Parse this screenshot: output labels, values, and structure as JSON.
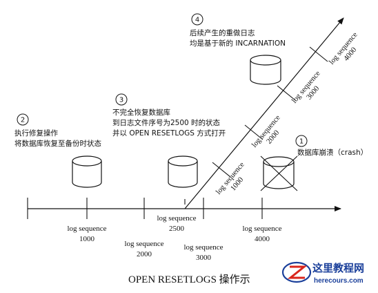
{
  "timeline": {
    "labels": [
      {
        "word": "log sequence",
        "value": "1000"
      },
      {
        "word": "log sequence",
        "value": "2000"
      },
      {
        "word": "log sequence",
        "value": "2500"
      },
      {
        "word": "log sequence",
        "value": "3000"
      },
      {
        "word": "log sequence",
        "value": "4000"
      }
    ]
  },
  "incarnation": {
    "labels": [
      {
        "word": "log sequence",
        "value": "1000"
      },
      {
        "word": "log sequence",
        "value": "2000"
      },
      {
        "word": "log sequence",
        "value": "3000"
      },
      {
        "word": "log sequence",
        "value": "4000"
      }
    ]
  },
  "steps": [
    {
      "number": "1",
      "lines": [
        "数据库崩溃（crash）"
      ]
    },
    {
      "number": "2",
      "lines": [
        "执行修复操作",
        "将数据库恢复至备份时状态"
      ]
    },
    {
      "number": "3",
      "lines": [
        "不完全恢复数据库",
        "到日志文件序号为2500 时的状态",
        "并以 OPEN RESETLOGS 方式打开"
      ]
    },
    {
      "number": "4",
      "lines": [
        "后续产生的重做日志",
        "均是基于新的 INCARNATION"
      ]
    }
  ],
  "caption": "OPEN RESETLOGS 操作示",
  "watermark": {
    "name": "这里教程网",
    "url": "herecours.com"
  },
  "colors": {
    "line": "#111111",
    "watermark": "#1a3f9a"
  }
}
